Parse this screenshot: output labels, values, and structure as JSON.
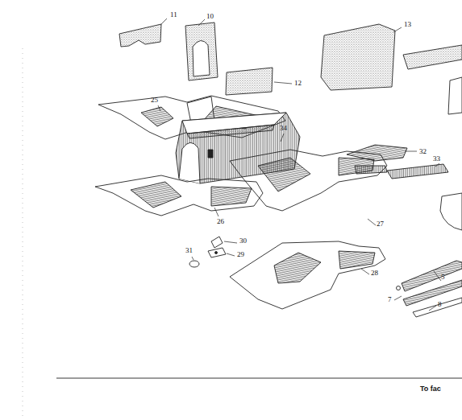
{
  "diagram": {
    "labels": [
      "11",
      "10",
      "13",
      "12",
      "25",
      "34",
      "32",
      "33",
      "26",
      "27",
      "28",
      "30",
      "29",
      "31",
      "5",
      "7",
      "8",
      "To fac"
    ]
  }
}
